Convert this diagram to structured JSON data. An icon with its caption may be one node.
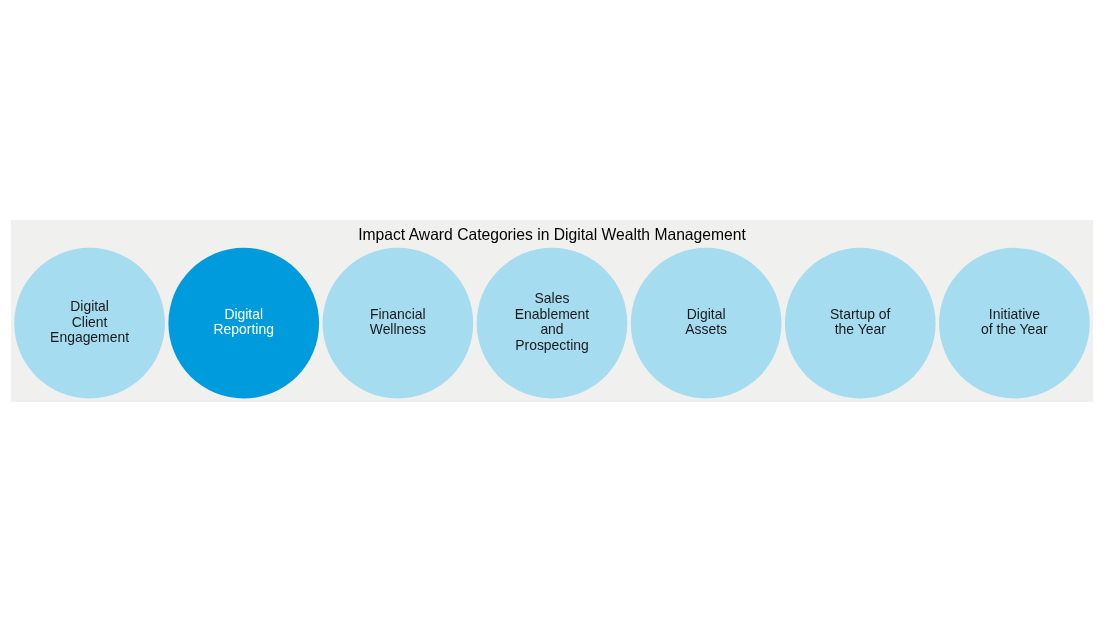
{
  "diagram": {
    "title": "Impact Award Categories in Digital Wealth Management",
    "nodes": [
      {
        "text": [
          "Digital Client Engagement"
        ]
      },
      {
        "text": [
          "Digital Reporting"
        ]
      },
      {
        "text": [
          "Financial Wellness"
        ]
      },
      {
        "text": [
          "Sales Enablement and Prospecting"
        ]
      },
      {
        "text": [
          "Digital Assets"
        ]
      },
      {
        "text": [
          "Startup of the Year"
        ]
      },
      {
        "text": [
          "Initiative of the Year"
        ]
      }
    ]
  }
}
